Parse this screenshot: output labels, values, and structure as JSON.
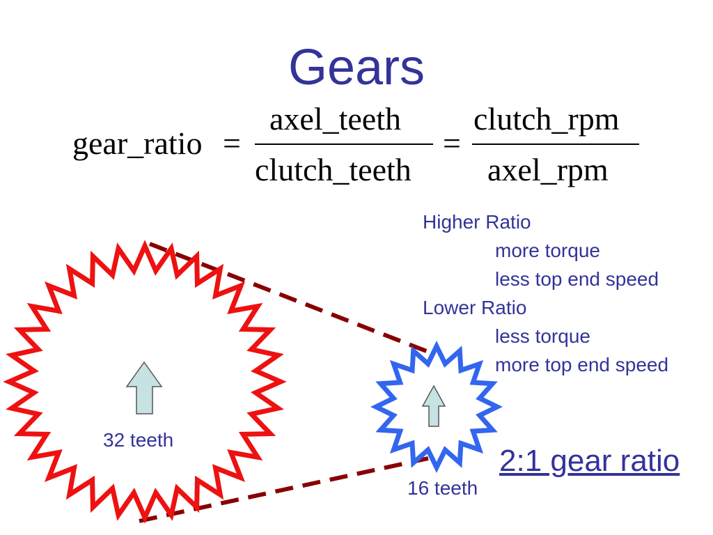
{
  "title": "Gears",
  "formula": {
    "lhs": "gear_ratio",
    "equals": "=",
    "frac1_numerator": "axel_teeth",
    "frac1_denominator": "clutch_teeth",
    "frac2_numerator": "clutch_rpm",
    "frac2_denominator": "axel_rpm"
  },
  "notes": {
    "higher_heading": "Higher Ratio",
    "higher_items": [
      "more torque",
      "less top end speed"
    ],
    "lower_heading": "Lower Ratio",
    "lower_items": [
      "less torque",
      "more top end speed"
    ]
  },
  "large_gear": {
    "label": "32 teeth",
    "teeth": 32,
    "color": "#ee1111"
  },
  "small_gear": {
    "label": "16 teeth",
    "teeth": 16,
    "color": "#3366ee"
  },
  "chain_color": "#880000",
  "arrow_color": "#c6e2e2",
  "ratio_link": "2:1 gear ratio"
}
